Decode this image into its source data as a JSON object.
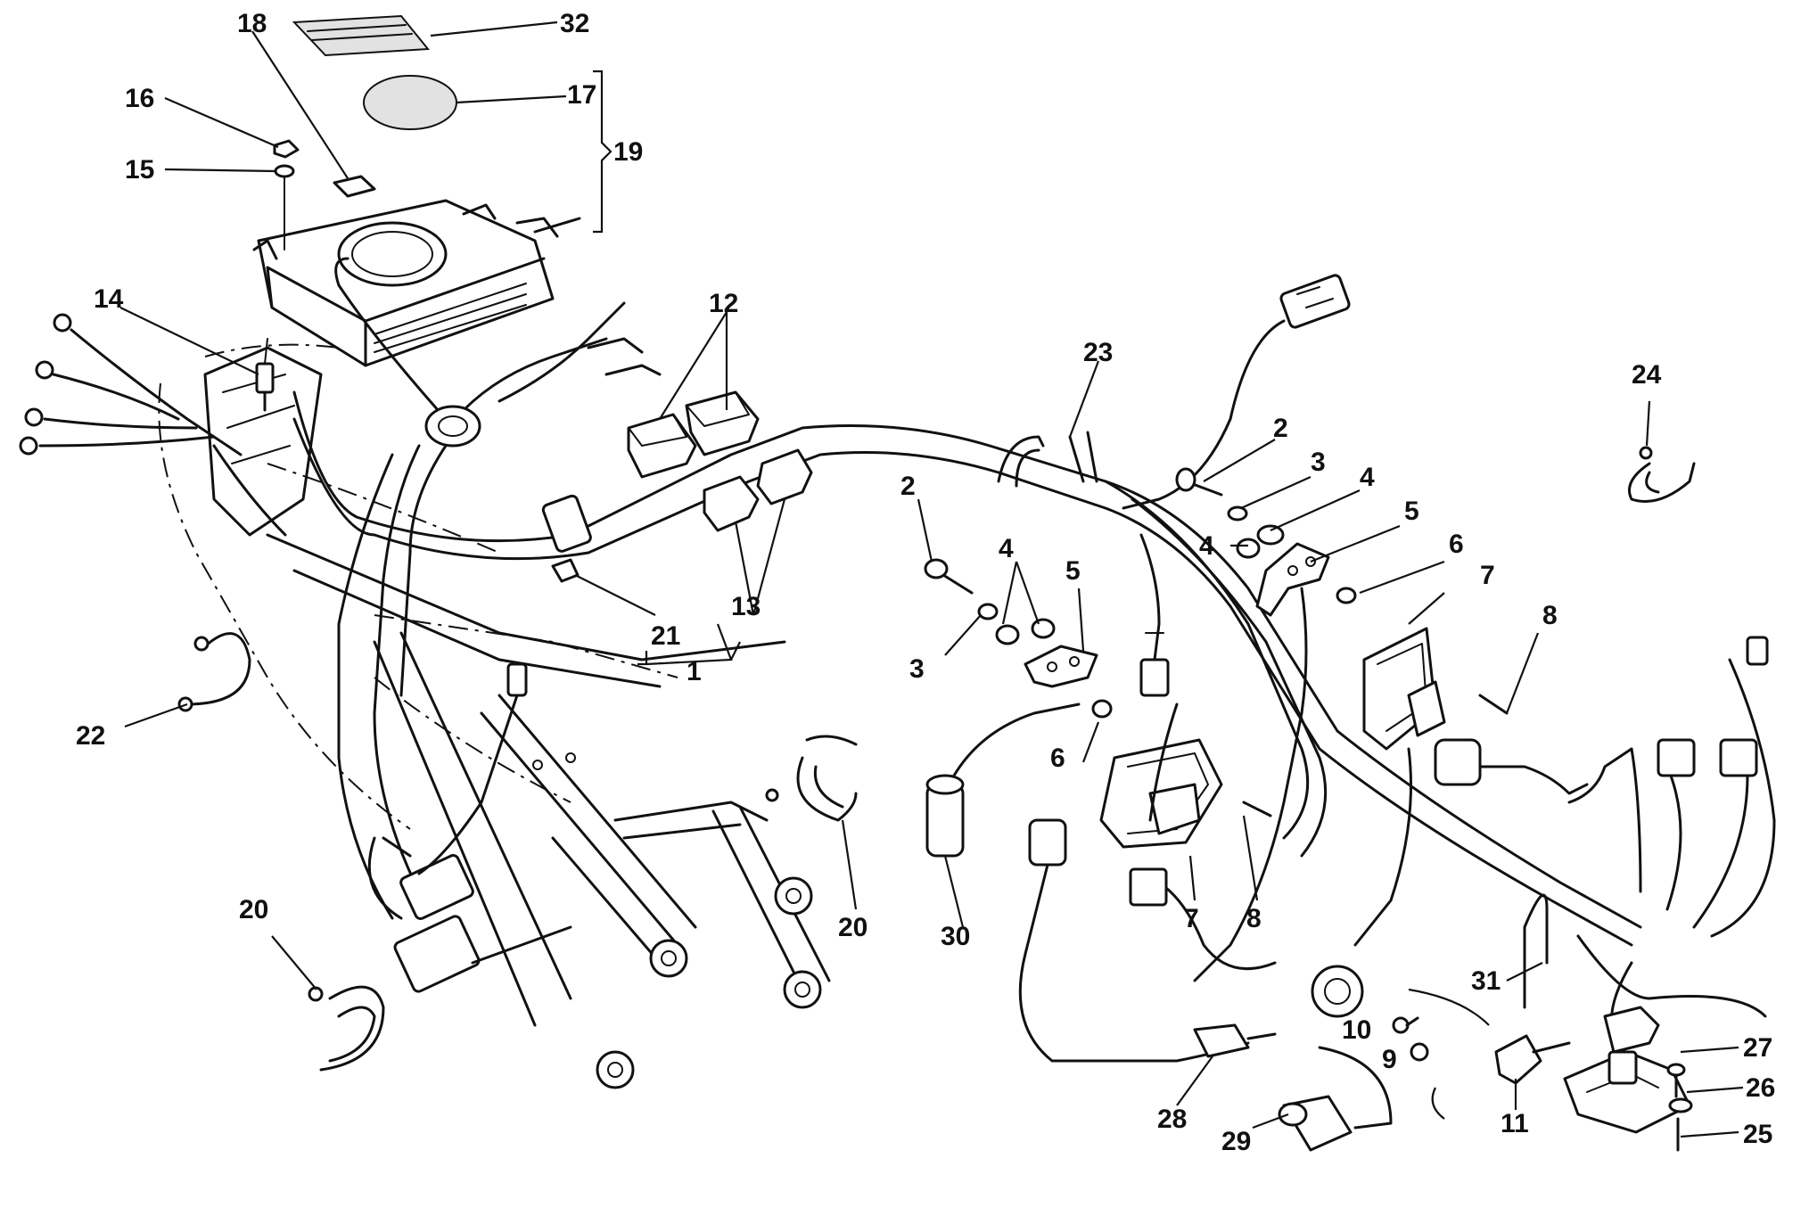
{
  "callouts": [
    {
      "id": "c32",
      "text": "32"
    },
    {
      "id": "c18",
      "text": "18"
    },
    {
      "id": "c17",
      "text": "17"
    },
    {
      "id": "c16",
      "text": "16"
    },
    {
      "id": "c19",
      "text": "19"
    },
    {
      "id": "c15",
      "text": "15"
    },
    {
      "id": "c14",
      "text": "14"
    },
    {
      "id": "c12",
      "text": "12"
    },
    {
      "id": "c23",
      "text": "23"
    },
    {
      "id": "c24",
      "text": "24"
    },
    {
      "id": "c2a",
      "text": "2"
    },
    {
      "id": "c3a",
      "text": "3"
    },
    {
      "id": "c4a",
      "text": "4"
    },
    {
      "id": "c4b",
      "text": "4"
    },
    {
      "id": "c5a",
      "text": "5"
    },
    {
      "id": "c6a",
      "text": "6"
    },
    {
      "id": "c7a",
      "text": "7"
    },
    {
      "id": "c8a",
      "text": "8"
    },
    {
      "id": "c2b",
      "text": "2"
    },
    {
      "id": "c4c",
      "text": "4"
    },
    {
      "id": "c5b",
      "text": "5"
    },
    {
      "id": "c3b",
      "text": "3"
    },
    {
      "id": "c13",
      "text": "13"
    },
    {
      "id": "c21",
      "text": "21"
    },
    {
      "id": "c1",
      "text": "1"
    },
    {
      "id": "c22",
      "text": "22"
    },
    {
      "id": "c6b",
      "text": "6"
    },
    {
      "id": "c20a",
      "text": "20"
    },
    {
      "id": "c30",
      "text": "30"
    },
    {
      "id": "c7b",
      "text": "7"
    },
    {
      "id": "c8b",
      "text": "8"
    },
    {
      "id": "c20b",
      "text": "20"
    },
    {
      "id": "c31",
      "text": "31"
    },
    {
      "id": "c10",
      "text": "10"
    },
    {
      "id": "c27",
      "text": "27"
    },
    {
      "id": "c9",
      "text": "9"
    },
    {
      "id": "c26",
      "text": "26"
    },
    {
      "id": "c11",
      "text": "11"
    },
    {
      "id": "c28",
      "text": "28"
    },
    {
      "id": "c25",
      "text": "25"
    },
    {
      "id": "c29",
      "text": "29"
    }
  ]
}
